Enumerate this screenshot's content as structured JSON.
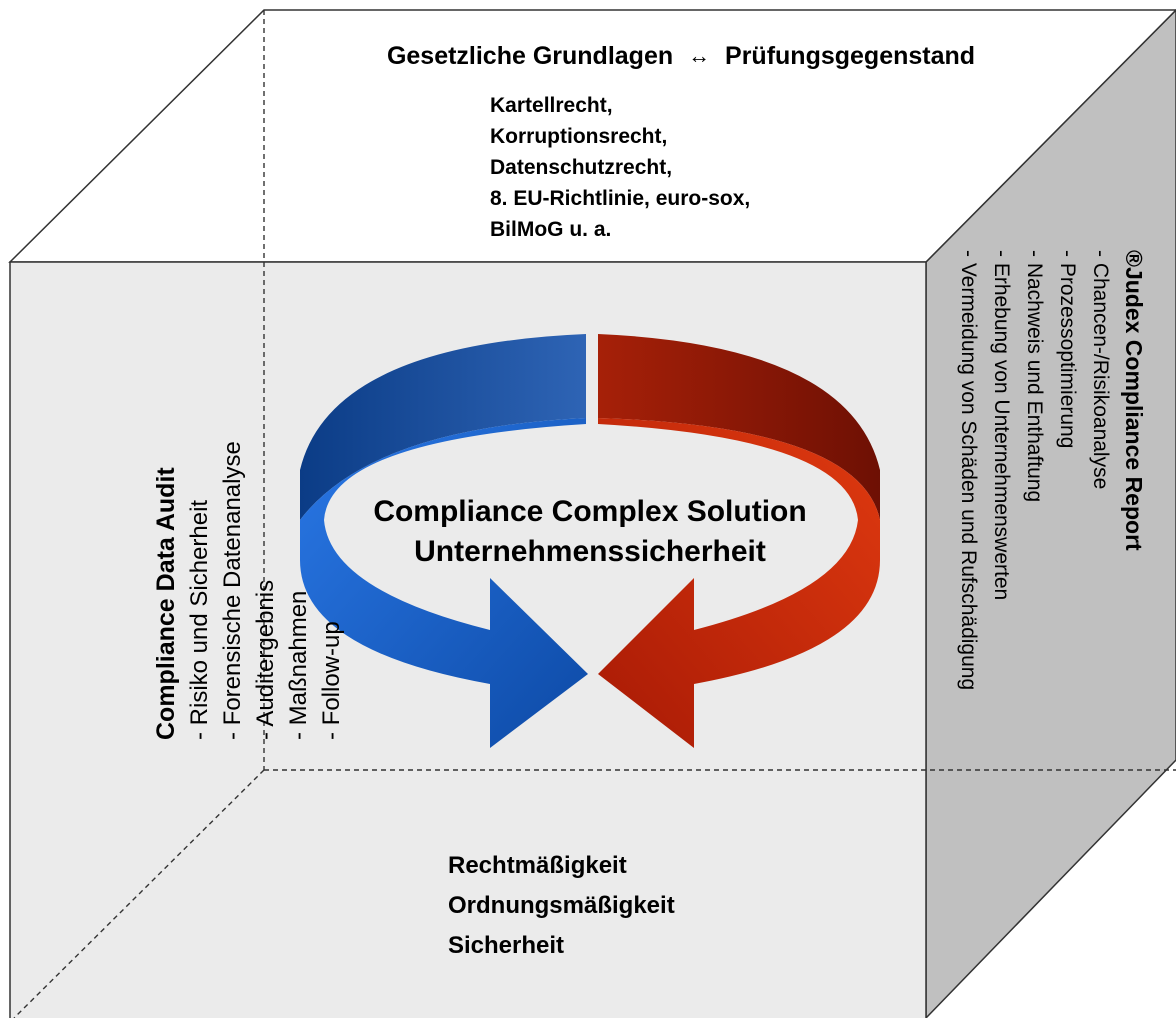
{
  "top_face": {
    "title_left": "Gesetzliche Grundlagen",
    "title_arrow": "↔",
    "title_right": "Prüfungsgegenstand",
    "items": [
      "Kartellrecht,",
      "Korruptionsrecht,",
      "Datenschutzrecht,",
      "8. EU-Richtlinie, euro-sox,",
      "BilMoG u. a."
    ]
  },
  "center": {
    "line1": "Compliance Complex Solution",
    "line2": "Unternehmenssicherheit"
  },
  "bottom_face": {
    "items": [
      "Rechtmäßigkeit",
      "Ordnungsmäßigkeit",
      "Sicherheit"
    ]
  },
  "left_face": {
    "heading": "Compliance Data Audit",
    "items": [
      "- Risiko und Sicherheit",
      "- Forensische Datenanalyse",
      "- Auditergebnis",
      "- Maßnahmen",
      "- Follow-up"
    ]
  },
  "right_face": {
    "heading": "®Judex Compliance Report",
    "items": [
      "- Chancen-/Risikoanalyse",
      "- Prozessoptimierung",
      "- Nachweis und Enthaftung",
      "- Erhebung von Unternehmenswerten",
      "- Vermeidung von Schäden und Rufschädigung"
    ]
  },
  "colors": {
    "front_face": "#ebebeb",
    "right_face": "#c0c0c0",
    "blue_arrow": "#1d63c4",
    "red_arrow": "#b82008"
  }
}
